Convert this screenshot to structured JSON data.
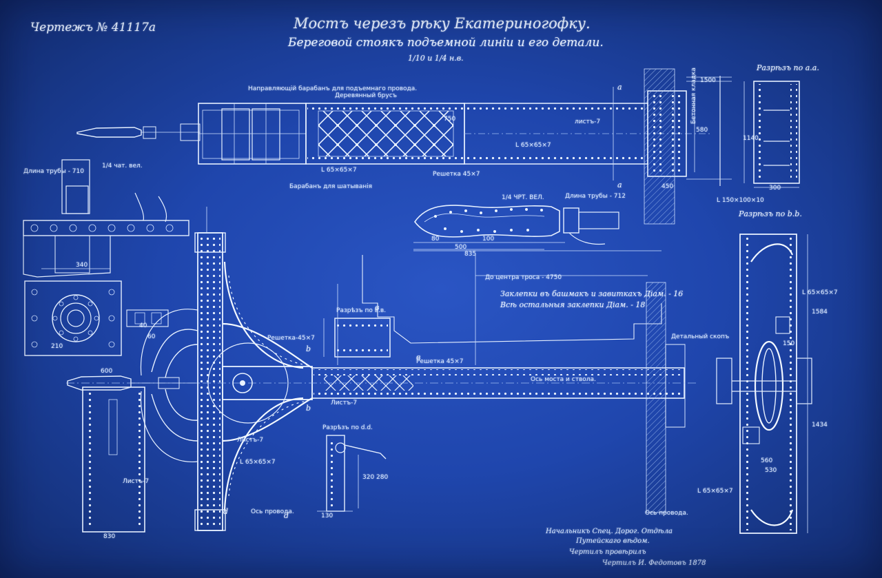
{
  "drawing": {
    "number_label": "Чертежъ № 41117а",
    "title": "Мостъ черезъ рѣку Екатериногофку.",
    "subtitle": "Береговой стоякъ подъемной линіи и его детали.",
    "scale": "1/10 и 1/4 н.в.",
    "colors": {
      "paper": "#1f46ad",
      "ink": "#e6f0ff"
    }
  },
  "sections": {
    "aa": "Разрѣзъ по а.а.",
    "bb": "Разрѣзъ по b.b.",
    "vv": "Разрѣзъ по в.в.",
    "dd": "Разрѣзъ по d.d."
  },
  "scales": {
    "quarter_1": "1/4 чат. вел.",
    "quarter_2": "1/4 ЧРТ. ВЕЛ."
  },
  "annotations": {
    "pipe_length_1": "Длина трубы - 710",
    "pipe_length_2": "Длина трубы - 712",
    "drum_top": "Направляющiй барабанъ для подъемнаго провода.",
    "drum_bottom": "Барабанъ для шатыванія",
    "wooden_rail": "Деревянный брусъ",
    "lattice_1": "Решетка 45×7",
    "lattice_2": "Решетка-45×7",
    "lattice_3": "Решетка 45×7",
    "sheet_1": "Листъ-7",
    "sheet_2": "Листъ-7",
    "sheet_3": "Листъ-7",
    "sheet_4": "листъ-7",
    "angle_1": "L 65×65×7",
    "angle_2": "L 65×65×7",
    "angle_3": "L 65×65×7",
    "angle_4": "L 65×65×7",
    "angle_5": "L 65×65×7",
    "angle_6": "L 150×100×10",
    "to_center": "До центра троса - 4750",
    "rivets_1": "Заклепки въ башмакъ и завиткахъ Діам. - 16",
    "rivets_2": "Всѣ остальныя заклепки Діам. - 18",
    "axis_1": "Ось моста и ствола.",
    "axis_2": "Ось провода.",
    "axis_3": "Ось провода.",
    "concrete": "Бетонная кладка",
    "wire": "Детальный скопъ"
  },
  "dimensions": {
    "d1500": "1500",
    "d580": "580",
    "d1140": "1140",
    "d300": "300",
    "d450": "450",
    "d750": "750",
    "d500": "500",
    "d835": "835",
    "d600": "600",
    "d830": "830",
    "d560": "560",
    "d530": "530",
    "d1584": "1584",
    "d320": "320",
    "d280": "280",
    "d130": "130",
    "d340": "340",
    "d150": "150",
    "d4750": "4750",
    "d210": "210",
    "d60": "60",
    "d40": "40",
    "d80": "80",
    "d100": "100",
    "d1434": "1434"
  },
  "points": {
    "a1": "a",
    "a2": "a",
    "b1": "b",
    "b2": "b",
    "v1": "в",
    "v2": "в",
    "d1": "d",
    "d2": "d"
  },
  "signatures": {
    "line_1": "Начальникъ Спец. Дорог. Отдѣла",
    "line_2": "Путейскаго вѣдом.",
    "line_3": "Чертилъ провѣрилъ",
    "line_4": "Чертилъ И. Федотовъ 1878"
  }
}
